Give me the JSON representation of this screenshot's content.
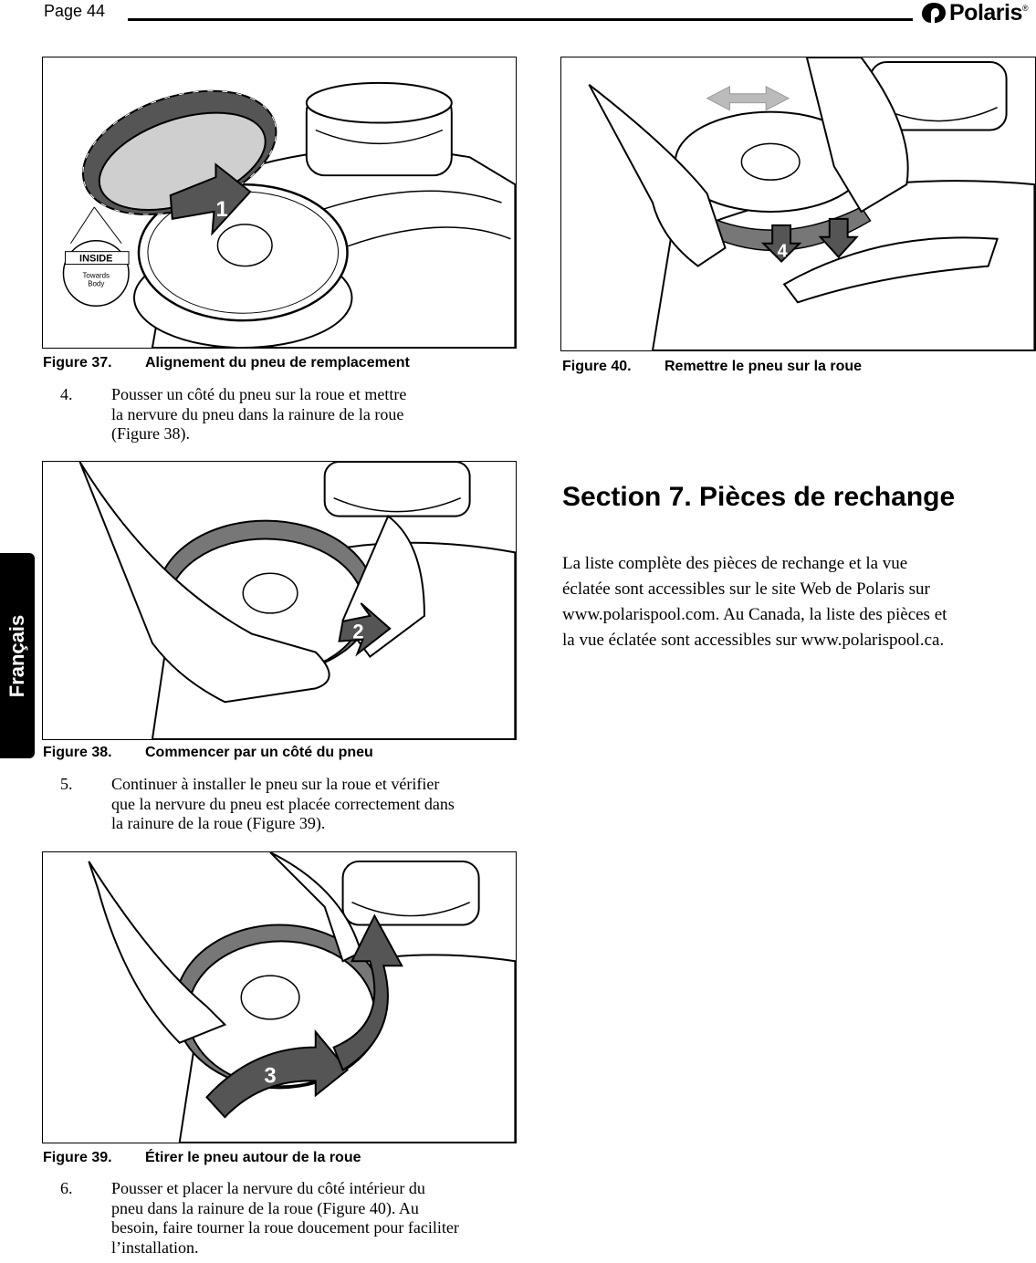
{
  "header": {
    "page_label": "Page 44",
    "brand": "Polaris",
    "registered_mark": "®"
  },
  "side_tab": {
    "label": "Français"
  },
  "figures": [
    {
      "number": "Figure 37.",
      "title": "Alignement du pneu de remplacement",
      "callout": "1",
      "inside_label": "INSIDE",
      "towards_label": "Towards",
      "body_label": "Body"
    },
    {
      "number": "Figure 38.",
      "title": "Commencer par un côté du pneu",
      "callout": "2"
    },
    {
      "number": "Figure 39.",
      "title": "Étirer le pneu autour de la roue",
      "callout": "3"
    },
    {
      "number": "Figure 40.",
      "title": "Remettre le pneu sur la roue",
      "callout": "4"
    }
  ],
  "steps": [
    {
      "number": "4.",
      "lines": [
        "Pousser un côté du pneu sur la roue et mettre",
        "la nervure du pneu dans la rainure de la roue",
        "(Figure 38)."
      ]
    },
    {
      "number": "5.",
      "lines": [
        "Continuer à installer le pneu sur la roue et vérifier",
        "que la nervure du pneu est placée correctement dans",
        "la rainure de la roue (Figure 39)."
      ]
    },
    {
      "number": "6.",
      "lines": [
        "Pousser et placer la nervure du côté intérieur du",
        "pneu dans la rainure de la roue (Figure 40). Au",
        "besoin, faire tourner la roue doucement pour faciliter",
        "l’installation."
      ]
    }
  ],
  "section": {
    "title": "Section 7.  Pièces de rechange",
    "body_lines": [
      "La liste complète des pièces de rechange et la vue",
      "éclatée sont accessibles sur le site Web de Polaris sur",
      "www.polarispool.com. Au Canada, la liste des pièces et",
      "la vue éclatée sont accessibles sur www.polarispool.ca."
    ]
  }
}
